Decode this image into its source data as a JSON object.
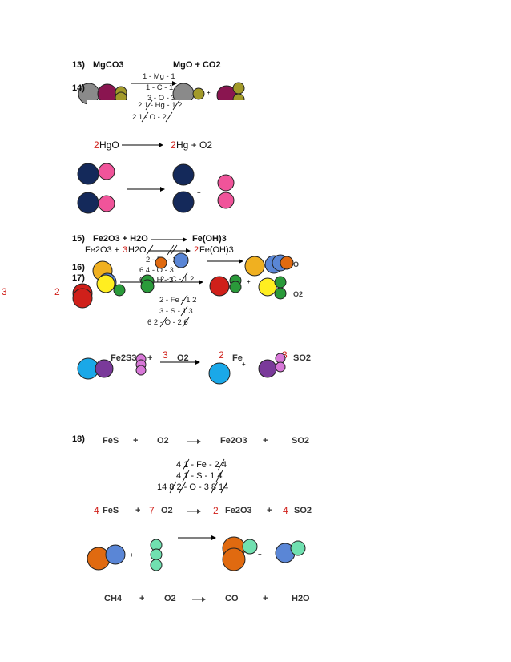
{
  "p13": {
    "num": "13)",
    "reactant": "MgCO3",
    "product": "MgO  + CO2",
    "tally1": "1 - Mg - 1",
    "tally2": "1 - C - 1",
    "tally3": "3 - O - 3"
  },
  "p14": {
    "num": "14)",
    "tally1": "2  1 - Hg - 1  2",
    "tally2": "2  1 - O - 2",
    "coef_left": "2",
    "left": "HgO",
    "coef_right": "2",
    "right": "Hg +  O2"
  },
  "p15": {
    "num": "15)",
    "header": "Fe2O3 + H2O",
    "product": "Fe(OH)3",
    "line_left": "Fe2O3 + ",
    "coef_h2o": "3",
    "h2o": "H2O",
    "coef_prod": "2",
    "prod": "Fe(OH)3",
    "tally1": "2 - Fe - 1",
    "tally2": "6 4 - O - 3",
    "tally3": "6 2 - H - 3"
  },
  "p16": {
    "num": "16)",
    "tally1": "2 - C - 1  2"
  },
  "p17": {
    "num": "17)",
    "side_left": "3",
    "side_right": "2",
    "tally1": "2 - Fe - 1  2",
    "tally2": "3 - S - 1  3",
    "tally3": "6  2 - O - 2  6",
    "reactant": "Fe2S3",
    "plus": "+",
    "coef_o2": "3",
    "o2": "O2",
    "coef_fe": "2",
    "fe": "Fe",
    "coef_so2": "3",
    "so2": "SO2"
  },
  "p18": {
    "num": "18)",
    "fes": "FeS",
    "plus1": "+",
    "o2": "O2",
    "fe2o3": "Fe2O3",
    "plus2": "+",
    "so2": "SO2",
    "tally1": "4  1 - Fe - 2  4",
    "tally2": "4  1 - S - 1  4",
    "tally3": "14  8 2 - O - 3  8  14",
    "coef_fes": "4",
    "coef_o2": "7",
    "coef_fe2o3": "2",
    "coef_so2": "4"
  },
  "p19": {
    "ch4": "CH4",
    "plus1": "+",
    "o2": "O2",
    "co": "CO",
    "plus2": "+",
    "h2o": "H2O"
  },
  "colors": {
    "red": "#d0201a",
    "navy": "#14295a",
    "pink": "#f0549a",
    "gray": "#8a8a8a",
    "maroon": "#8a1550",
    "olive": "#a39a2a",
    "orange": "#e06a10",
    "blue": "#5a86d6",
    "yellow": "#ffee20",
    "green": "#2a9a3a",
    "cyan": "#1aa8e8",
    "purple": "#7a3a9a",
    "lavender": "#d878d8",
    "mint": "#70e0b0",
    "gold": "#f0b020"
  }
}
